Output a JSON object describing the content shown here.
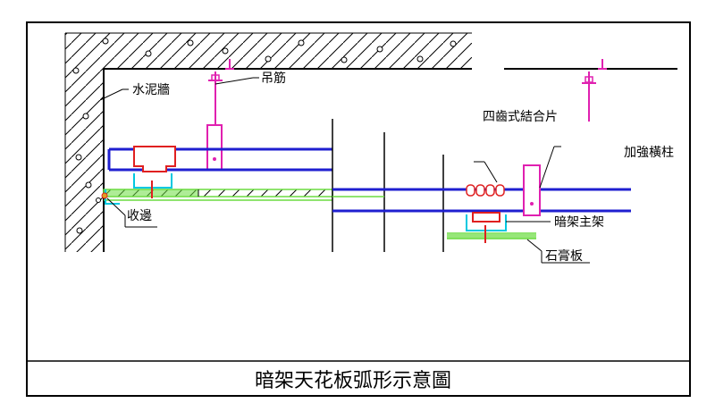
{
  "title": "暗架天花板弧形示意圖",
  "labels": {
    "cement_wall": "水泥牆",
    "hanger": "吊筋",
    "edge_trim": "收邊",
    "four_tooth_connector": "四齒式結合片",
    "reinforcing_rail": "加強橫柱",
    "main_frame": "暗架主架",
    "gypsum_board": "石膏板"
  },
  "colors": {
    "channel": "#1f1fd0",
    "hanger_part": "#e020b0",
    "frame": "#00c8e0",
    "board": "#6bdc40",
    "clip": "#e02020",
    "line": "#000000"
  },
  "icons": {
    "concrete_slab": "hatched-concrete-slab",
    "hanger_bolt": "threaded-hanger-bolt-icon",
    "connector_clip": "four-tooth-clip-icon"
  }
}
